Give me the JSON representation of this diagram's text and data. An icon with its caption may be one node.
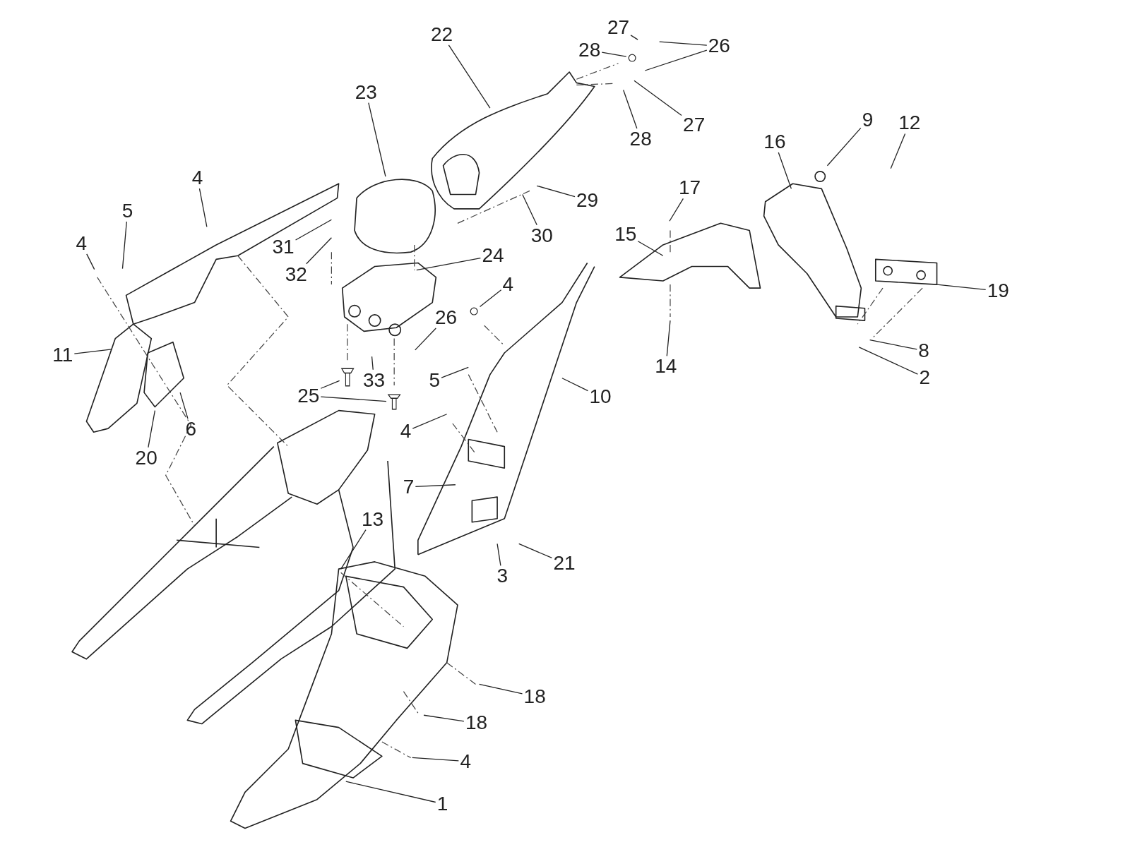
{
  "diagram": {
    "nodes": [
      {
        "text": [
          "22"
        ]
      },
      {
        "text": [
          "27"
        ]
      },
      {
        "text": [
          "28"
        ]
      },
      {
        "text": [
          "26"
        ]
      },
      {
        "text": [
          "23"
        ]
      },
      {
        "text": [
          "27"
        ]
      },
      {
        "text": [
          "28"
        ]
      },
      {
        "text": [
          "9"
        ]
      },
      {
        "text": [
          "12"
        ]
      },
      {
        "text": [
          "16"
        ]
      },
      {
        "text": [
          "4"
        ]
      },
      {
        "text": [
          "5"
        ]
      },
      {
        "text": [
          "4"
        ]
      },
      {
        "text": [
          "29"
        ]
      },
      {
        "text": [
          "17"
        ]
      },
      {
        "text": [
          "31"
        ]
      },
      {
        "text": [
          "32"
        ]
      },
      {
        "text": [
          "30"
        ]
      },
      {
        "text": [
          "15"
        ]
      },
      {
        "text": [
          "24"
        ]
      },
      {
        "text": [
          "19"
        ]
      },
      {
        "text": [
          "4"
        ]
      },
      {
        "text": [
          "26"
        ]
      },
      {
        "text": [
          "11"
        ]
      },
      {
        "text": [
          "33"
        ]
      },
      {
        "text": [
          "5"
        ]
      },
      {
        "text": [
          "10"
        ]
      },
      {
        "text": [
          "8"
        ]
      },
      {
        "text": [
          "2"
        ]
      },
      {
        "text": [
          "14"
        ]
      },
      {
        "text": [
          "25"
        ]
      },
      {
        "text": [
          "6"
        ]
      },
      {
        "text": [
          "20"
        ]
      },
      {
        "text": [
          "4"
        ]
      },
      {
        "text": [
          "7"
        ]
      },
      {
        "text": [
          "13"
        ]
      },
      {
        "text": [
          "21"
        ]
      },
      {
        "text": [
          "3"
        ]
      },
      {
        "text": [
          "18"
        ]
      },
      {
        "text": [
          "18"
        ]
      },
      {
        "text": [
          "4"
        ]
      },
      {
        "text": [
          "1"
        ]
      },
      {
        "text": [],
        "shape": "circle"
      },
      {
        "text": [],
        "shape": "circle"
      },
      {
        "text": [],
        "shape": "picture"
      },
      {
        "text": [],
        "shape": "picture"
      }
    ],
    "edges": [
      {
        "from": 0,
        "to": null,
        "arrow": "none"
      },
      {
        "from": 1,
        "to": null,
        "arrow": "none"
      },
      {
        "from": 2,
        "to": 42,
        "arrow": "none"
      },
      {
        "from": 3,
        "to": null,
        "arrow": "none"
      },
      {
        "from": 3,
        "to": null,
        "arrow": "none"
      },
      {
        "from": 4,
        "to": null,
        "arrow": "none"
      },
      {
        "from": 5,
        "to": null,
        "arrow": "none"
      },
      {
        "from": 6,
        "to": null,
        "arrow": "none"
      },
      {
        "from": 7,
        "to": null,
        "arrow": "none"
      },
      {
        "from": 8,
        "to": null,
        "arrow": "none"
      },
      {
        "from": 9,
        "to": null,
        "arrow": "none"
      },
      {
        "from": 10,
        "to": null,
        "arrow": "none"
      },
      {
        "from": 11,
        "to": null,
        "arrow": "none"
      },
      {
        "from": 12,
        "to": null,
        "arrow": "none"
      },
      {
        "from": 13,
        "to": null,
        "arrow": "none"
      },
      {
        "from": 14,
        "to": null,
        "arrow": "none"
      },
      {
        "from": 15,
        "to": null,
        "arrow": "none"
      },
      {
        "from": 16,
        "to": null,
        "arrow": "none"
      },
      {
        "from": 17,
        "to": null,
        "arrow": "none"
      },
      {
        "from": 18,
        "to": null,
        "arrow": "none"
      },
      {
        "from": 19,
        "to": null,
        "arrow": "none"
      },
      {
        "from": 20,
        "to": null,
        "arrow": "none"
      },
      {
        "from": 21,
        "to": 43,
        "arrow": "none"
      },
      {
        "from": 22,
        "to": null,
        "arrow": "none"
      },
      {
        "from": 23,
        "to": null,
        "arrow": "none"
      },
      {
        "from": 24,
        "to": null,
        "arrow": "none"
      },
      {
        "from": 25,
        "to": null,
        "arrow": "none"
      },
      {
        "from": 26,
        "to": null,
        "arrow": "none"
      },
      {
        "from": 27,
        "to": null,
        "arrow": "none"
      },
      {
        "from": 28,
        "to": null,
        "arrow": "none"
      },
      {
        "from": 29,
        "to": null,
        "arrow": "none"
      },
      {
        "from": 30,
        "to": 44,
        "arrow": "none"
      },
      {
        "from": 30,
        "to": 45,
        "arrow": "none"
      },
      {
        "from": 31,
        "to": null,
        "arrow": "none"
      },
      {
        "from": 32,
        "to": null,
        "arrow": "none"
      },
      {
        "from": 33,
        "to": null,
        "arrow": "none"
      },
      {
        "from": 34,
        "to": null,
        "arrow": "none"
      },
      {
        "from": 35,
        "to": null,
        "arrow": "none"
      },
      {
        "from": 36,
        "to": null,
        "arrow": "none"
      },
      {
        "from": 37,
        "to": null,
        "arrow": "none"
      },
      {
        "from": 38,
        "to": null,
        "arrow": "none"
      },
      {
        "from": 39,
        "to": null,
        "arrow": "none"
      },
      {
        "from": 40,
        "to": null,
        "arrow": "none"
      },
      {
        "from": 41,
        "to": null,
        "arrow": "none"
      }
    ]
  }
}
